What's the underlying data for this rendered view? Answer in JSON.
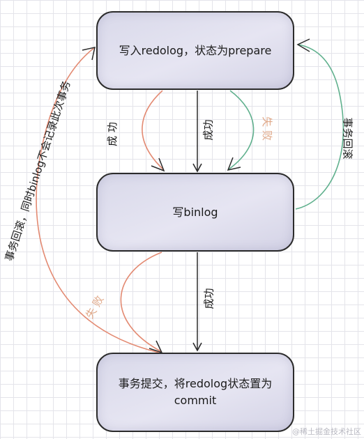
{
  "boxes": {
    "prepare": "写入redolog，状态为prepare",
    "binlog": "写binlog",
    "commit_line1": "事务提交，将redolog状态置为",
    "commit_line2": "commit"
  },
  "labels": {
    "success_left": "成 功",
    "success_mid_top": "成功",
    "fail_top": "失 败",
    "rollback_right": "事务回滚",
    "success_mid_bottom": "成功",
    "fail_bottom": "失 败",
    "rollback_left": "事务回滚，同时binlog不会记录此次事务"
  },
  "colors": {
    "arrow_black": "#2b2b2b",
    "arrow_red": "#e38a72",
    "arrow_green": "#5fb08d",
    "fail_text": "#e0a98a"
  },
  "watermark": "@稀土掘金技术社区"
}
